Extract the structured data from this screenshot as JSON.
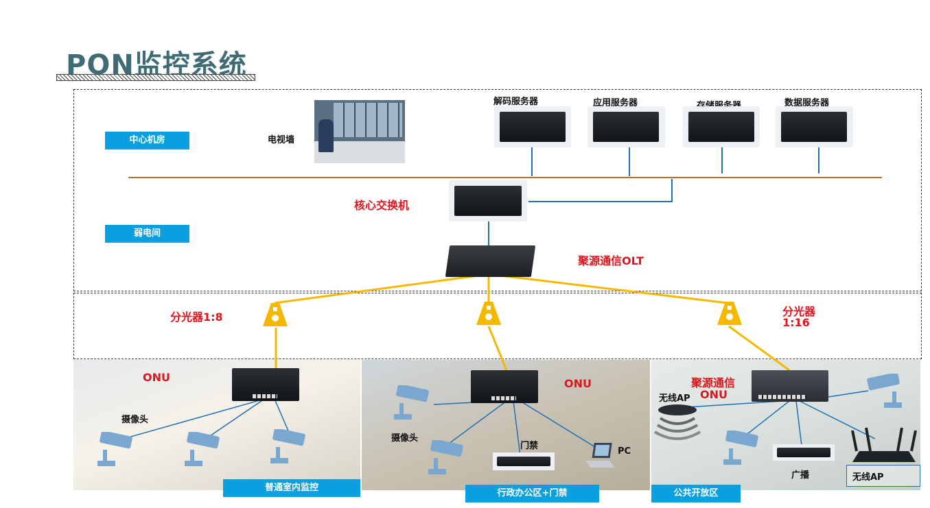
{
  "title": "PON监控系统",
  "zones": {
    "center": "中心机房",
    "weak": "弱电间",
    "indoor": "普通室内监控",
    "office": "行政办公区+门禁",
    "public": "公共开放区"
  },
  "devices": {
    "video_wall": "电视墙",
    "decode_server": "解码服务器",
    "app_server": "应用服务器",
    "storage_server": "存储服务器",
    "data_server": "数据服务器",
    "core_switch": "核心交换机",
    "olt": "聚源通信OLT",
    "splitter_left": "分光器1:8",
    "splitter_right_line1": "分光器",
    "splitter_right_line2": "1:16",
    "onu": "ONU",
    "onu_public_brand": "聚源通信",
    "camera": "摄像头",
    "access_control": "门禁",
    "pc": "PC",
    "wireless_ap": "无线AP",
    "broadcast": "广播"
  },
  "colors": {
    "tag_bg": "#0aa0e0",
    "fiber": "#f5b800",
    "backbone": "#b07030",
    "link": "#1e6fb5",
    "red_label": "#e0141e"
  }
}
